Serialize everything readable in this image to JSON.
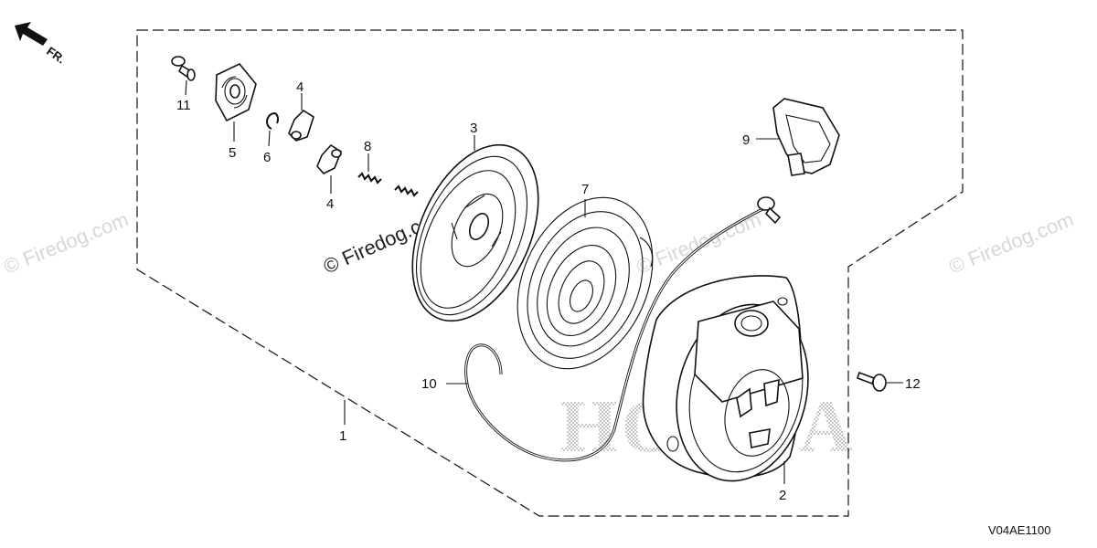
{
  "diagram": {
    "orientation_label": "FR.",
    "diagram_code": "V04AE1100",
    "brand_watermark": "HONDA",
    "watermarks": [
      "© Firedog.com",
      "© Firedog.com",
      "© Firedog.com",
      "© Firedog.com"
    ],
    "callouts": [
      "1",
      "2",
      "3",
      "4",
      "4",
      "5",
      "6",
      "7",
      "8",
      "9",
      "10",
      "11",
      "12"
    ]
  }
}
